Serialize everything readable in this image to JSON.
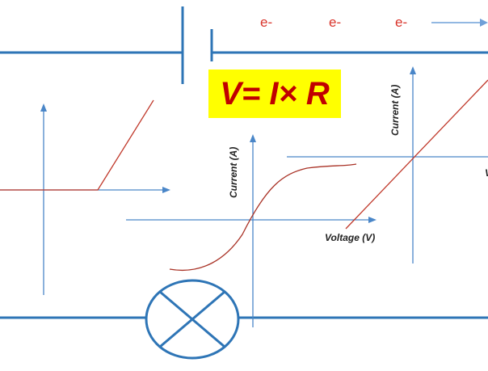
{
  "formula": {
    "text": "V= I× R",
    "background": "#ffff00",
    "color": "#c00000"
  },
  "electrons": [
    "e-",
    "e-",
    "e-"
  ],
  "labels": {
    "current_a": "Current (A)",
    "voltage_v": "Voltage (V)",
    "current_b": "Current (A)",
    "cut_letter": "V"
  },
  "colors": {
    "wire": "#2e75b6",
    "axis": "#4a86c8",
    "curve": "#c0392b",
    "electron": "#d9342b"
  },
  "icons": {
    "battery": "cell-symbol",
    "lamp": "lamp-symbol",
    "arrow": "current-direction-arrow"
  }
}
